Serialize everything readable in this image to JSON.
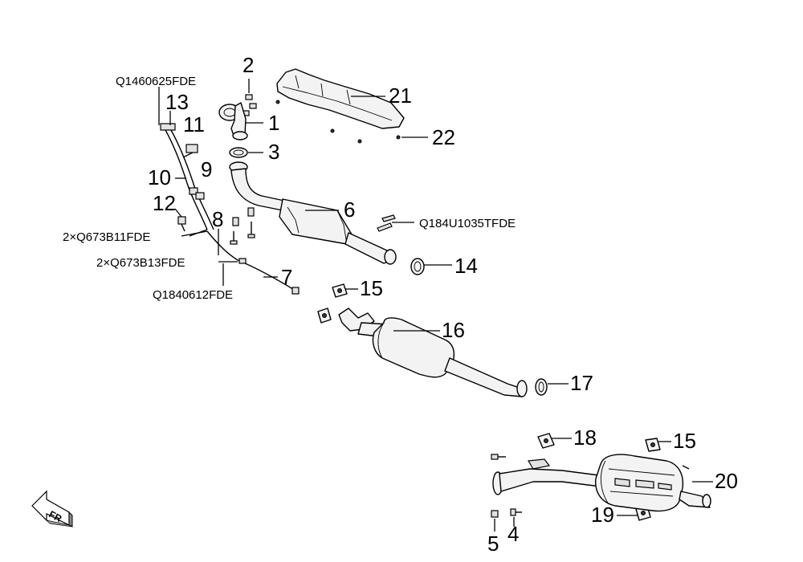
{
  "callouts": {
    "n1": "1",
    "n2": "2",
    "n3": "3",
    "n4": "4",
    "n5": "5",
    "n6": "6",
    "n7": "7",
    "n8": "8",
    "n9": "9",
    "n10": "10",
    "n11": "11",
    "n12": "12",
    "n13": "13",
    "n14": "14",
    "n15a": "15",
    "n15b": "15",
    "n16": "16",
    "n17": "17",
    "n18": "18",
    "n19": "19",
    "n20": "20",
    "n21": "21",
    "n22": "22"
  },
  "codes": {
    "c1": "Q1460625FDE",
    "c2": "Q184U1035TFDE",
    "c3": "2×Q673B11FDE",
    "c4": "2×Q673B13FDE",
    "c5": "Q1840612FDE"
  },
  "direction": {
    "label": "FR",
    "icon": "front-arrow-icon"
  }
}
